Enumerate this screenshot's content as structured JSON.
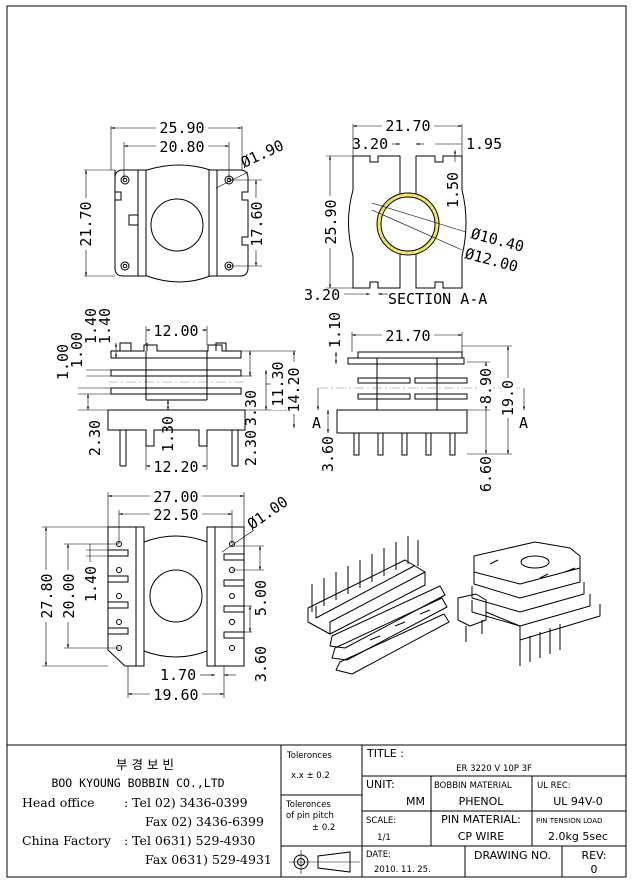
{
  "colors": {
    "line": "#000000",
    "section_hatch": "#f0e040",
    "center_line": "#888888"
  },
  "views": {
    "top_view": {
      "dims": {
        "overall_width": "25.90",
        "pin_span": "20.80",
        "pin_hole": "Ø1.90",
        "height": "21.70",
        "pin_pitch_v": "17.60"
      }
    },
    "section_view": {
      "dims": {
        "width": "21.70",
        "slot_a": "3.20",
        "slot_b": "1.95",
        "slot_depth": "1.50",
        "height": "25.90",
        "bore_inner": "Ø10.40",
        "bore_outer": "Ø12.00",
        "slot_bottom": "3.20"
      },
      "label": "SECTION A-A"
    },
    "front_view": {
      "dims": {
        "t1": "1.40",
        "t2": "1.40",
        "t3": "1.00",
        "t4": "1.00",
        "winding_width": "12.00",
        "h1": "3.30",
        "h2": "2.30",
        "h3": "11.30",
        "h4": "14.20",
        "base": "2.30",
        "gap": "1.30",
        "base_width": "12.20"
      }
    },
    "side_view": {
      "dims": {
        "flange_t": "1.10",
        "width": "21.70",
        "h1": "8.90",
        "h2": "19.0",
        "pin_len": "6.60",
        "base_h": "3.60"
      },
      "section_mark": "A"
    },
    "bottom_view": {
      "dims": {
        "overall_width": "27.00",
        "pin_span": "22.50",
        "pin_hole": "Ø1.00",
        "height": "27.80",
        "pin_range": "20.00",
        "slot": "1.40",
        "pitch": "5.00",
        "edge": "3.60",
        "gap": "1.70",
        "inner_width": "19.60"
      }
    }
  },
  "title_block": {
    "company_korean": "부 경 보 빈",
    "company": "BOO KYOUNG BOBBIN CO.,LTD",
    "head_office_label": "Head office",
    "head_tel": ": Tel  02) 3436-0399",
    "head_fax": "Fax  02) 3436-6399",
    "china_label": "China Factory",
    "china_tel": ": Tel 0631) 529-4930",
    "china_fax": "Fax 0631) 529-4931",
    "tolerances_label": "Toleronces",
    "tolerances_value": "x.x   ± 0.2",
    "pin_tol_label1": "Toleronces",
    "pin_tol_label2": "of pin pitch",
    "pin_tol_value": "± 0.2",
    "title_label": "TITLE :",
    "title": "ER 3220 V 10P 3F",
    "unit_label": "UNIT:",
    "unit": "MM",
    "bobbin_material_label": "BOBBIN MATERIAL",
    "bobbin_material": "PHENOL",
    "ul_rec_label": "UL REC:",
    "ul_rec": "UL 94V-0",
    "scale_label": "SCALE:",
    "scale": "1/1",
    "pin_material_label": "PIN MATERIAL:",
    "pin_material": "CP WIRE",
    "pin_tension_label": "PIN TENSION LOAD",
    "pin_tension": "2.0kg 5sec",
    "date_label": "DATE:",
    "date": "2010. 11. 25.",
    "drawing_no_label": "DRAWING NO.",
    "rev_label": "REV:",
    "rev": "0"
  }
}
